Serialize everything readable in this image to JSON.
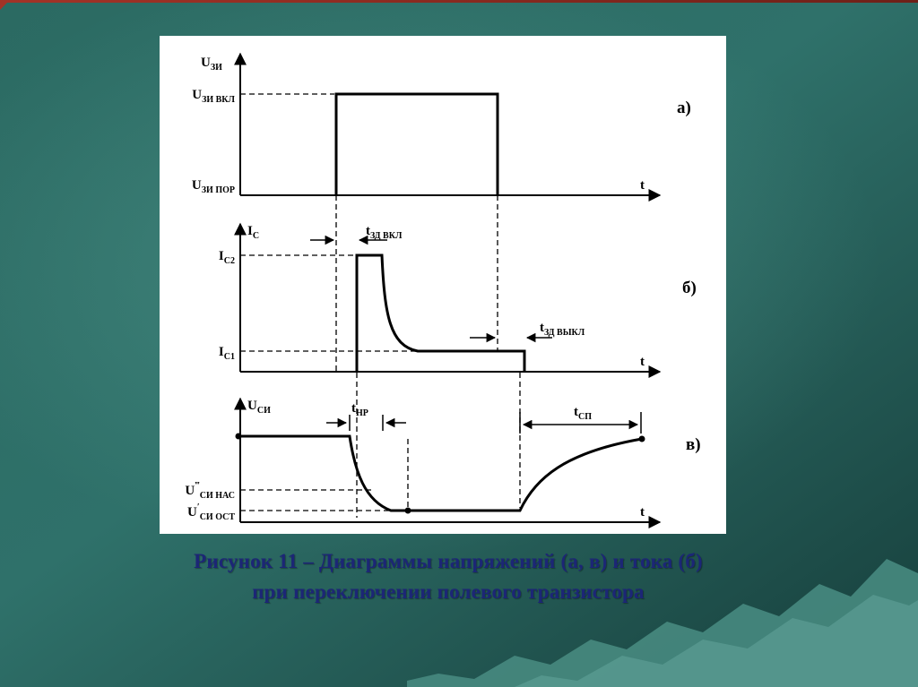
{
  "background": {
    "teal_center": "#34766d",
    "teal_edge": "#163f3c",
    "mountain_light": "#57998f",
    "mountain_dark": "#478a80",
    "top_line_red": "#a33327"
  },
  "caption": {
    "line1": "Рисунок 11 –  Диаграммы напряжений (а, в) и тока (б)",
    "line2": "при переключении полевого транзистора",
    "color": "#1c2676"
  },
  "plots": {
    "a": {
      "letter": "а)",
      "axis_y": {
        "main": "U",
        "sub": "ЗИ"
      },
      "axis_t": "t",
      "level_on": {
        "main": "U",
        "sub": "ЗИ ВКЛ"
      },
      "level_threshold": {
        "main": "U",
        "sub": "ЗИ ПОР"
      }
    },
    "b": {
      "letter": "б)",
      "axis_y": {
        "main": "I",
        "sub": "C"
      },
      "axis_t": "t",
      "level_ic2": {
        "main": "I",
        "sub": "C2"
      },
      "level_ic1": {
        "main": "I",
        "sub": "C1"
      },
      "delay_on": {
        "main": "t",
        "sub": "ЗД ВКЛ"
      },
      "delay_off": {
        "main": "t",
        "sub": "ЗД ВЫКЛ"
      }
    },
    "v": {
      "letter": "в)",
      "axis_y": {
        "main": "U",
        "sub": "СИ"
      },
      "axis_t": "t",
      "level_sat": {
        "main": "U",
        "sup": "‴",
        "sub": "СИ НАС"
      },
      "level_res": {
        "main": "U",
        "sup": "′",
        "sub": "СИ ОСТ"
      },
      "time_fall": {
        "main": "t",
        "sub": "НР"
      },
      "time_rise": {
        "main": "t",
        "sub": "СП"
      }
    }
  }
}
